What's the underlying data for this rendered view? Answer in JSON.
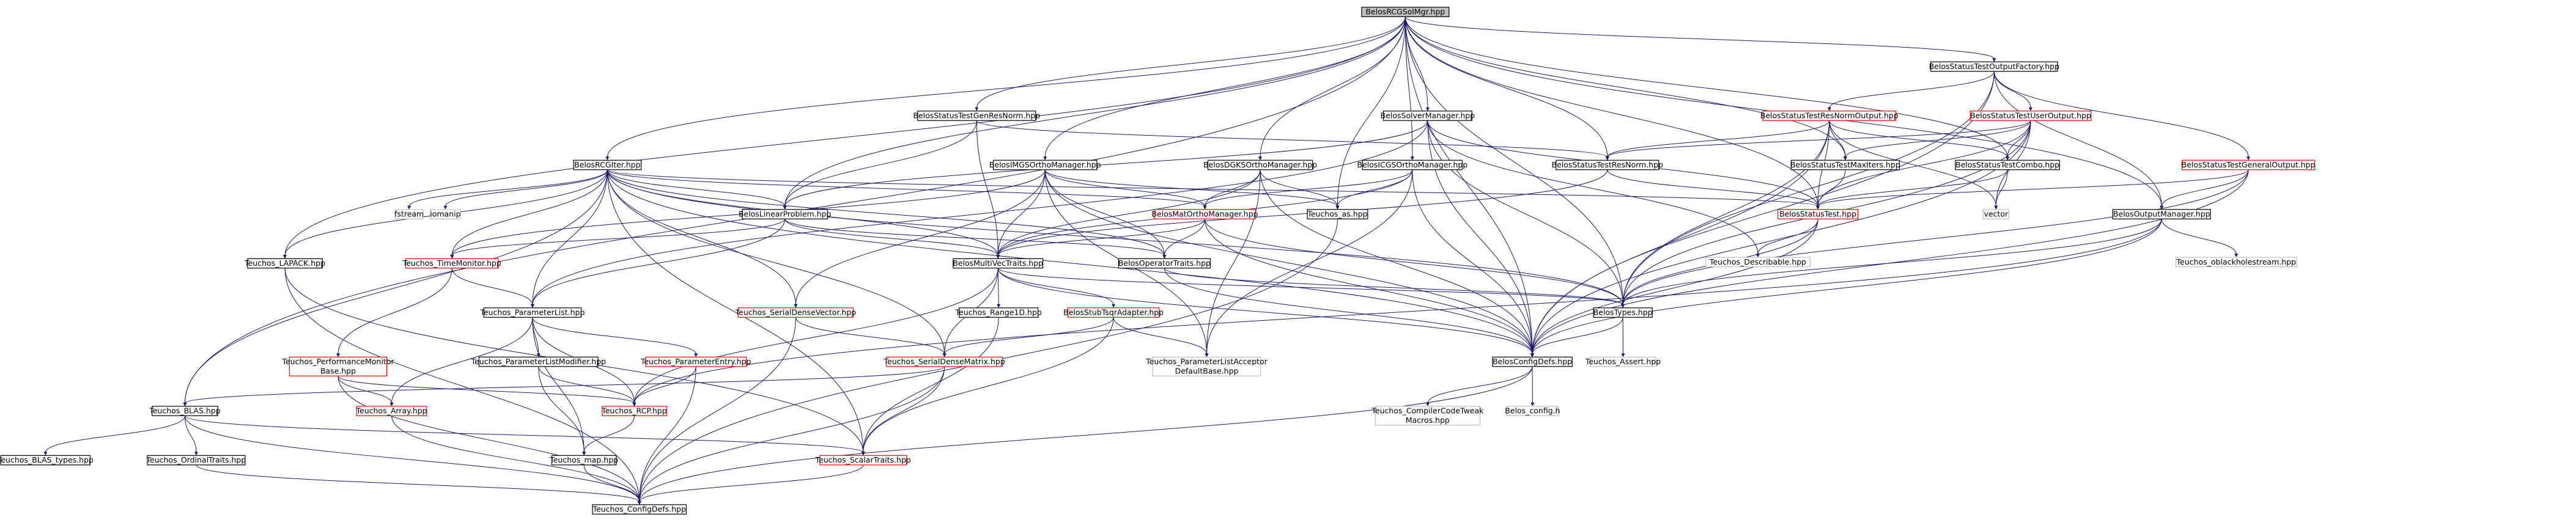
{
  "graph": {
    "root": "BelosRCGSolMgr.hpp",
    "nodes": [
      {
        "id": "root",
        "label": [
          "BelosRCGSolMgr.hpp"
        ],
        "style": "root"
      },
      {
        "id": "outfactory",
        "label": [
          "BelosStatusTestOutputFactory.hpp"
        ],
        "style": "black"
      },
      {
        "id": "genresnorm",
        "label": [
          "BelosStatusTestGenResNorm.hpp"
        ],
        "style": "black"
      },
      {
        "id": "solvermgr",
        "label": [
          "BelosSolverManager.hpp"
        ],
        "style": "black"
      },
      {
        "id": "resnormout",
        "label": [
          "BelosStatusTestResNormOutput.hpp"
        ],
        "style": "red"
      },
      {
        "id": "userout",
        "label": [
          "BelosStatusTestUserOutput.hpp"
        ],
        "style": "red"
      },
      {
        "id": "rcgiter",
        "label": [
          "BelosRCGIter.hpp"
        ],
        "style": "black"
      },
      {
        "id": "imgs",
        "label": [
          "BelosIMGSOrthoManager.hpp"
        ],
        "style": "black"
      },
      {
        "id": "dgks",
        "label": [
          "BelosDGKSOrthoManager.hpp"
        ],
        "style": "black"
      },
      {
        "id": "icgs",
        "label": [
          "BelosICGSOrthoManager.hpp"
        ],
        "style": "black"
      },
      {
        "id": "resnorm",
        "label": [
          "BelosStatusTestResNorm.hpp"
        ],
        "style": "black"
      },
      {
        "id": "maxiters",
        "label": [
          "BelosStatusTestMaxIters.hpp"
        ],
        "style": "black"
      },
      {
        "id": "combo",
        "label": [
          "BelosStatusTestCombo.hpp"
        ],
        "style": "black"
      },
      {
        "id": "genout",
        "label": [
          "BelosStatusTestGeneralOutput.hpp"
        ],
        "style": "red"
      },
      {
        "id": "fstream",
        "label": [
          "fstream"
        ],
        "style": "grey"
      },
      {
        "id": "iomanip",
        "label": [
          "iomanip"
        ],
        "style": "grey"
      },
      {
        "id": "linprob",
        "label": [
          "BelosLinearProblem.hpp"
        ],
        "style": "black"
      },
      {
        "id": "matortho",
        "label": [
          "BelosMatOrthoManager.hpp"
        ],
        "style": "red"
      },
      {
        "id": "as",
        "label": [
          "Teuchos_as.hpp"
        ],
        "style": "black"
      },
      {
        "id": "statustest",
        "label": [
          "BelosStatusTest.hpp"
        ],
        "style": "red"
      },
      {
        "id": "vector",
        "label": [
          "vector"
        ],
        "style": "grey"
      },
      {
        "id": "outmgr",
        "label": [
          "BelosOutputManager.hpp"
        ],
        "style": "black"
      },
      {
        "id": "lapack",
        "label": [
          "Teuchos_LAPACK.hpp"
        ],
        "style": "black"
      },
      {
        "id": "timemon",
        "label": [
          "Teuchos_TimeMonitor.hpp"
        ],
        "style": "red"
      },
      {
        "id": "multivec",
        "label": [
          "BelosMultiVecTraits.hpp"
        ],
        "style": "black"
      },
      {
        "id": "optraits",
        "label": [
          "BelosOperatorTraits.hpp"
        ],
        "style": "black"
      },
      {
        "id": "describable",
        "label": [
          "Teuchos_Describable.hpp"
        ],
        "style": "grey"
      },
      {
        "id": "oblackhole",
        "label": [
          "Teuchos_oblackholestream.hpp"
        ],
        "style": "grey"
      },
      {
        "id": "paramlist",
        "label": [
          "Teuchos_ParameterList.hpp"
        ],
        "style": "black"
      },
      {
        "id": "serdensevec",
        "label": [
          "Teuchos_SerialDenseVector.hpp"
        ],
        "style": "red"
      },
      {
        "id": "range1d",
        "label": [
          "Teuchos_Range1D.hpp"
        ],
        "style": "black"
      },
      {
        "id": "stubtsqr",
        "label": [
          "BelosStubTsqrAdapter.hpp"
        ],
        "style": "red"
      },
      {
        "id": "types",
        "label": [
          "BelosTypes.hpp"
        ],
        "style": "black"
      },
      {
        "id": "perfmon",
        "label": [
          "Teuchos_PerformanceMonitor",
          "Base.hpp"
        ],
        "style": "red"
      },
      {
        "id": "plmod",
        "label": [
          "Teuchos_ParameterListModifier.hpp"
        ],
        "style": "black"
      },
      {
        "id": "paramentry",
        "label": [
          "Teuchos_ParameterEntry.hpp"
        ],
        "style": "red"
      },
      {
        "id": "serdensemat",
        "label": [
          "Teuchos_SerialDenseMatrix.hpp"
        ],
        "style": "red"
      },
      {
        "id": "placcept",
        "label": [
          "Teuchos_ParameterListAcceptor",
          "DefaultBase.hpp"
        ],
        "style": "grey"
      },
      {
        "id": "configdefs",
        "label": [
          "BelosConfigDefs.hpp"
        ],
        "style": "black"
      },
      {
        "id": "assert",
        "label": [
          "Teuchos_Assert.hpp"
        ],
        "style": "grey"
      },
      {
        "id": "blas",
        "label": [
          "Teuchos_BLAS.hpp"
        ],
        "style": "black"
      },
      {
        "id": "array",
        "label": [
          "Teuchos_Array.hpp"
        ],
        "style": "red"
      },
      {
        "id": "rcp",
        "label": [
          "Teuchos_RCP.hpp"
        ],
        "style": "red"
      },
      {
        "id": "compilertweak",
        "label": [
          "Teuchos_CompilerCodeTweak",
          "Macros.hpp"
        ],
        "style": "grey"
      },
      {
        "id": "configh",
        "label": [
          "Belos_config.h"
        ],
        "style": "grey"
      },
      {
        "id": "blastypes",
        "label": [
          "Teuchos_BLAS_types.hpp"
        ],
        "style": "black"
      },
      {
        "id": "ordinaltraits",
        "label": [
          "Teuchos_OrdinalTraits.hpp"
        ],
        "style": "black"
      },
      {
        "id": "map",
        "label": [
          "Teuchos_map.hpp"
        ],
        "style": "black"
      },
      {
        "id": "scalartraits",
        "label": [
          "Teuchos_ScalarTraits.hpp"
        ],
        "style": "red"
      },
      {
        "id": "teuchosconfig",
        "label": [
          "Teuchos_ConfigDefs.hpp"
        ],
        "style": "black"
      }
    ],
    "edges": [
      [
        "root",
        "outfactory"
      ],
      [
        "root",
        "genresnorm"
      ],
      [
        "root",
        "solvermgr"
      ],
      [
        "root",
        "rcgiter"
      ],
      [
        "root",
        "imgs"
      ],
      [
        "root",
        "dgks"
      ],
      [
        "root",
        "icgs"
      ],
      [
        "root",
        "as"
      ],
      [
        "root",
        "linprob"
      ],
      [
        "root",
        "types"
      ],
      [
        "root",
        "configdefs"
      ],
      [
        "root",
        "lapack"
      ],
      [
        "root",
        "blas"
      ],
      [
        "root",
        "outmgr"
      ],
      [
        "root",
        "statustest"
      ],
      [
        "root",
        "maxiters"
      ],
      [
        "root",
        "combo"
      ],
      [
        "root",
        "resnorm"
      ],
      [
        "outfactory",
        "resnormout"
      ],
      [
        "outfactory",
        "userout"
      ],
      [
        "outfactory",
        "genout"
      ],
      [
        "outfactory",
        "types"
      ],
      [
        "outfactory",
        "configdefs"
      ],
      [
        "outfactory",
        "outmgr"
      ],
      [
        "genresnorm",
        "resnorm"
      ],
      [
        "genresnorm",
        "multivec"
      ],
      [
        "genresnorm",
        "linprob"
      ],
      [
        "solvermgr",
        "linprob"
      ],
      [
        "solvermgr",
        "paramlist"
      ],
      [
        "solvermgr",
        "types"
      ],
      [
        "solvermgr",
        "configdefs"
      ],
      [
        "solvermgr",
        "describable"
      ],
      [
        "solvermgr",
        "statustest"
      ],
      [
        "resnormout",
        "resnorm"
      ],
      [
        "resnormout",
        "maxiters"
      ],
      [
        "resnormout",
        "combo"
      ],
      [
        "resnormout",
        "statustest"
      ],
      [
        "resnormout",
        "types"
      ],
      [
        "resnormout",
        "configdefs"
      ],
      [
        "resnormout",
        "vector"
      ],
      [
        "userout",
        "resnorm"
      ],
      [
        "userout",
        "maxiters"
      ],
      [
        "userout",
        "combo"
      ],
      [
        "userout",
        "statustest"
      ],
      [
        "userout",
        "types"
      ],
      [
        "userout",
        "configdefs"
      ],
      [
        "userout",
        "vector"
      ],
      [
        "genout",
        "statustest"
      ],
      [
        "genout",
        "outmgr"
      ],
      [
        "genout",
        "types"
      ],
      [
        "genout",
        "configdefs"
      ],
      [
        "rcgiter",
        "linprob"
      ],
      [
        "rcgiter",
        "multivec"
      ],
      [
        "rcgiter",
        "optraits"
      ],
      [
        "rcgiter",
        "types"
      ],
      [
        "rcgiter",
        "configdefs"
      ],
      [
        "rcgiter",
        "fstream"
      ],
      [
        "rcgiter",
        "iomanip"
      ],
      [
        "rcgiter",
        "lapack"
      ],
      [
        "rcgiter",
        "blas"
      ],
      [
        "rcgiter",
        "timemon"
      ],
      [
        "rcgiter",
        "paramlist"
      ],
      [
        "rcgiter",
        "serdensevec"
      ],
      [
        "rcgiter",
        "serdensemat"
      ],
      [
        "rcgiter",
        "scalartraits"
      ],
      [
        "rcgiter",
        "statustest"
      ],
      [
        "rcgiter",
        "matortho"
      ],
      [
        "imgs",
        "matortho"
      ],
      [
        "imgs",
        "multivec"
      ],
      [
        "imgs",
        "optraits"
      ],
      [
        "imgs",
        "as"
      ],
      [
        "imgs",
        "configdefs"
      ],
      [
        "imgs",
        "serdensevec"
      ],
      [
        "imgs",
        "placcept"
      ],
      [
        "imgs",
        "timemon"
      ],
      [
        "dgks",
        "matortho"
      ],
      [
        "dgks",
        "multivec"
      ],
      [
        "dgks",
        "as"
      ],
      [
        "dgks",
        "configdefs"
      ],
      [
        "dgks",
        "placcept"
      ],
      [
        "icgs",
        "matortho"
      ],
      [
        "icgs",
        "multivec"
      ],
      [
        "icgs",
        "as"
      ],
      [
        "icgs",
        "configdefs"
      ],
      [
        "icgs",
        "placcept"
      ],
      [
        "resnorm",
        "statustest"
      ],
      [
        "resnorm",
        "multivec"
      ],
      [
        "maxiters",
        "statustest"
      ],
      [
        "combo",
        "statustest"
      ],
      [
        "combo",
        "vector"
      ],
      [
        "linprob",
        "multivec"
      ],
      [
        "linprob",
        "optraits"
      ],
      [
        "linprob",
        "timemon"
      ],
      [
        "linprob",
        "paramlist"
      ],
      [
        "matortho",
        "multivec"
      ],
      [
        "matortho",
        "optraits"
      ],
      [
        "matortho",
        "types"
      ],
      [
        "matortho",
        "configdefs"
      ],
      [
        "as",
        "teuchosconfig"
      ],
      [
        "statustest",
        "types"
      ],
      [
        "statustest",
        "configdefs"
      ],
      [
        "statustest",
        "describable"
      ],
      [
        "outmgr",
        "types"
      ],
      [
        "outmgr",
        "configdefs"
      ],
      [
        "outmgr",
        "oblackhole"
      ],
      [
        "outmgr",
        "rcp"
      ],
      [
        "lapack",
        "teuchosconfig"
      ],
      [
        "lapack",
        "scalartraits"
      ],
      [
        "timemon",
        "perfmon"
      ],
      [
        "timemon",
        "paramlist"
      ],
      [
        "multivec",
        "types"
      ],
      [
        "multivec",
        "configdefs"
      ],
      [
        "multivec",
        "range1d"
      ],
      [
        "multivec",
        "stubtsqr"
      ],
      [
        "multivec",
        "serdensemat"
      ],
      [
        "multivec",
        "rcp"
      ],
      [
        "optraits",
        "types"
      ],
      [
        "optraits",
        "configdefs"
      ],
      [
        "paramlist",
        "plmod"
      ],
      [
        "paramlist",
        "paramentry"
      ],
      [
        "paramlist",
        "rcp"
      ],
      [
        "paramlist",
        "array"
      ],
      [
        "paramlist",
        "map"
      ],
      [
        "serdensevec",
        "serdensemat"
      ],
      [
        "serdensevec",
        "teuchosconfig"
      ],
      [
        "range1d",
        "scalartraits"
      ],
      [
        "stubtsqr",
        "serdensemat"
      ],
      [
        "stubtsqr",
        "placcept"
      ],
      [
        "stubtsqr",
        "scalartraits"
      ],
      [
        "types",
        "configdefs"
      ],
      [
        "types",
        "assert"
      ],
      [
        "perfmon",
        "array"
      ],
      [
        "perfmon",
        "rcp"
      ],
      [
        "perfmon",
        "teuchosconfig"
      ],
      [
        "plmod",
        "rcp"
      ],
      [
        "plmod",
        "map"
      ],
      [
        "paramentry",
        "rcp"
      ],
      [
        "paramentry",
        "teuchosconfig"
      ],
      [
        "serdensemat",
        "blas"
      ],
      [
        "serdensemat",
        "scalartraits"
      ],
      [
        "serdensemat",
        "teuchosconfig"
      ],
      [
        "configdefs",
        "compilertweak"
      ],
      [
        "configdefs",
        "configh"
      ],
      [
        "configdefs",
        "teuchosconfig"
      ],
      [
        "blas",
        "blastypes"
      ],
      [
        "blas",
        "ordinaltraits"
      ],
      [
        "blas",
        "scalartraits"
      ],
      [
        "blas",
        "teuchosconfig"
      ],
      [
        "array",
        "teuchosconfig"
      ],
      [
        "rcp",
        "map"
      ],
      [
        "map",
        "teuchosconfig"
      ],
      [
        "ordinaltraits",
        "teuchosconfig"
      ],
      [
        "scalartraits",
        "teuchosconfig"
      ]
    ]
  },
  "colors": {
    "edge": "#191970",
    "root_fill": "#bfbfbf",
    "black_border": "#000000",
    "red_border": "#ff0000",
    "grey_border": "#bfbfbf",
    "background": "#ffffff"
  }
}
